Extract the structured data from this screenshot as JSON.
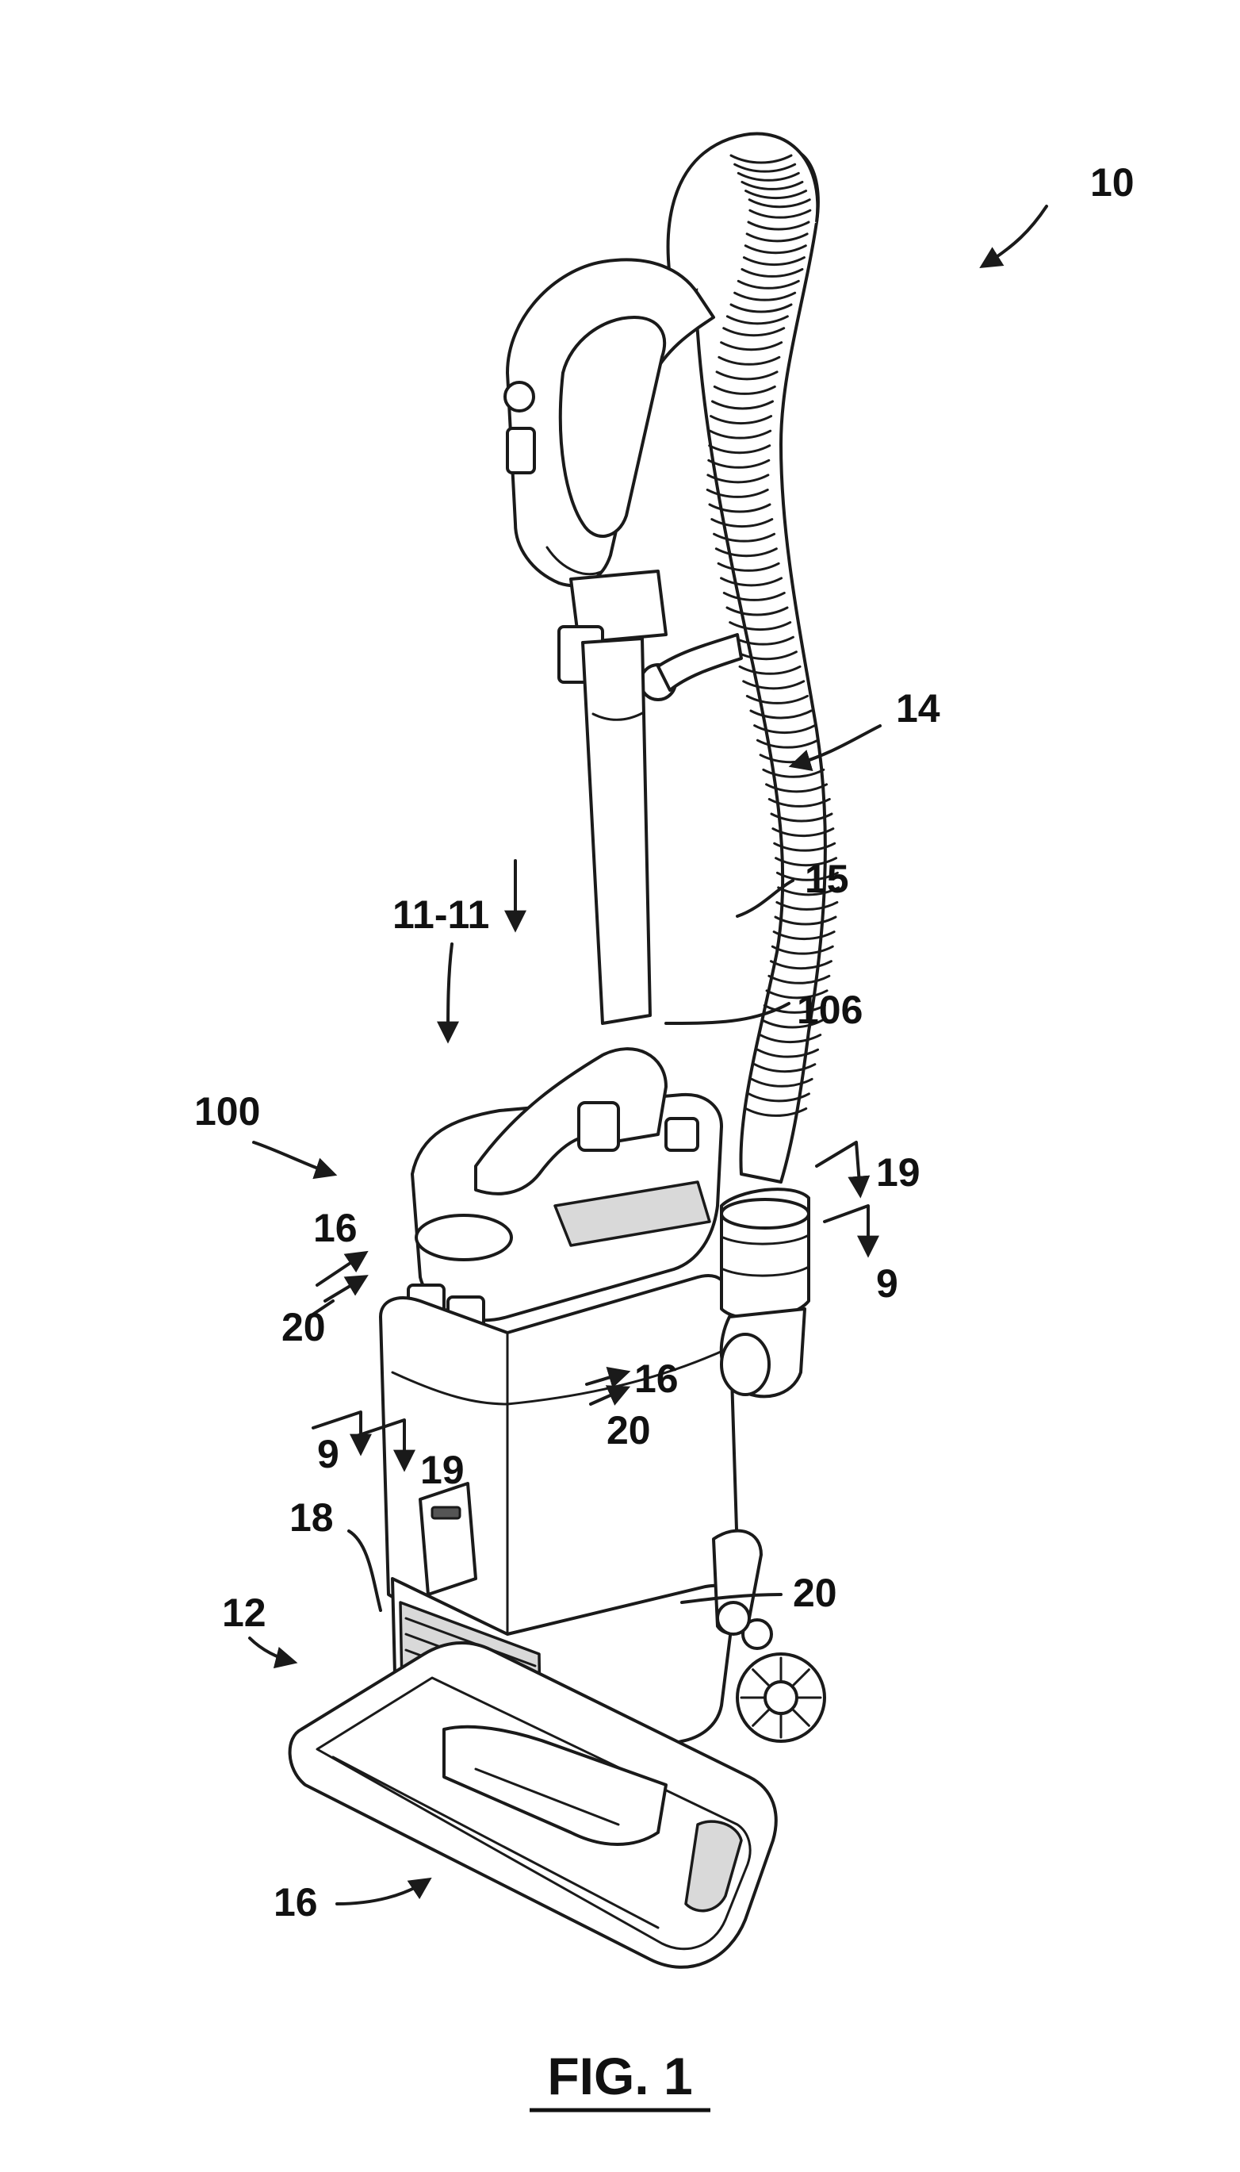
{
  "figure": {
    "caption": "FIG. 1",
    "labels": {
      "ref_10": "10",
      "ref_14": "14",
      "ref_15": "15",
      "ref_11": "11-11",
      "ref_106": "106",
      "ref_100": "100",
      "ref_19_right": "19",
      "ref_9_right": "9",
      "ref_16_left": "16",
      "ref_20_left": "20",
      "ref_16_mid": "16",
      "ref_20_mid": "20",
      "ref_9_left": "9",
      "ref_19_left": "19",
      "ref_18": "18",
      "ref_12": "12",
      "ref_20_lower": "20",
      "ref_16_bottom": "16"
    }
  }
}
